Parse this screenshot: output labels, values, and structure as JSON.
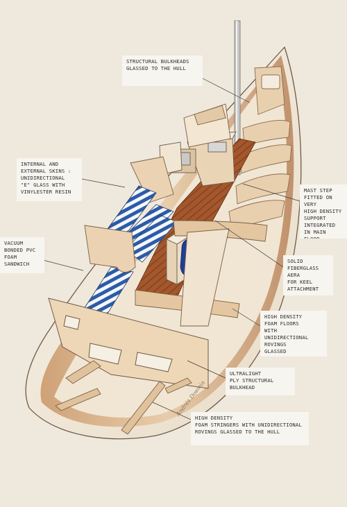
{
  "labels": {
    "structural_bulkheads": "STRUCTURAL BULKHEADS\nGLASSED TO THE HULL",
    "internal_external_skins": "INTERNAL AND\nEXTERNAL SKINS :\nUNIDIRECTIONAL\n\"E\" GLASS WITH\nVINYLESTER RESIN",
    "mast_step": "MAST STEP\nFITTED ON VERY\nHIGH DENSITY\nSUPPORT\nINTEGRATED\nIN MAIN\nFLOOR",
    "vacuum_bonded": "VACUUM\nBONDED PVC\nFOAM\nSANDWICH",
    "solid_fiberglass": "SOLID\nFIBERGLASS\nAERA\nFOR KEEL\nATTACHMENT",
    "high_density_floors": "HIGH DENSITY\nFOAM FLOORS\nWITH UNIDIRECTIONAL\nROVINGS\nGLASSED\nTO THE HULL",
    "ultralight_ply": "ULTRALIGHT\nPLY STRUCTURAL\nBULKHEAD",
    "high_density_stringers": "HIGH DENSITY\nFOAM STRINGERS WITH UNIDIRECTIONAL\nROVINGS GLASSED TO THE HULL"
  },
  "signature": "Andrés Dosmin",
  "colors": {
    "background": "#efe8dc",
    "hull_fill": "#f3eee4",
    "hull_inner": "#d9b58f",
    "wood": "#a4572c",
    "cushion_blue": "#2d5ba6",
    "bulkhead": "#ead2b2"
  }
}
